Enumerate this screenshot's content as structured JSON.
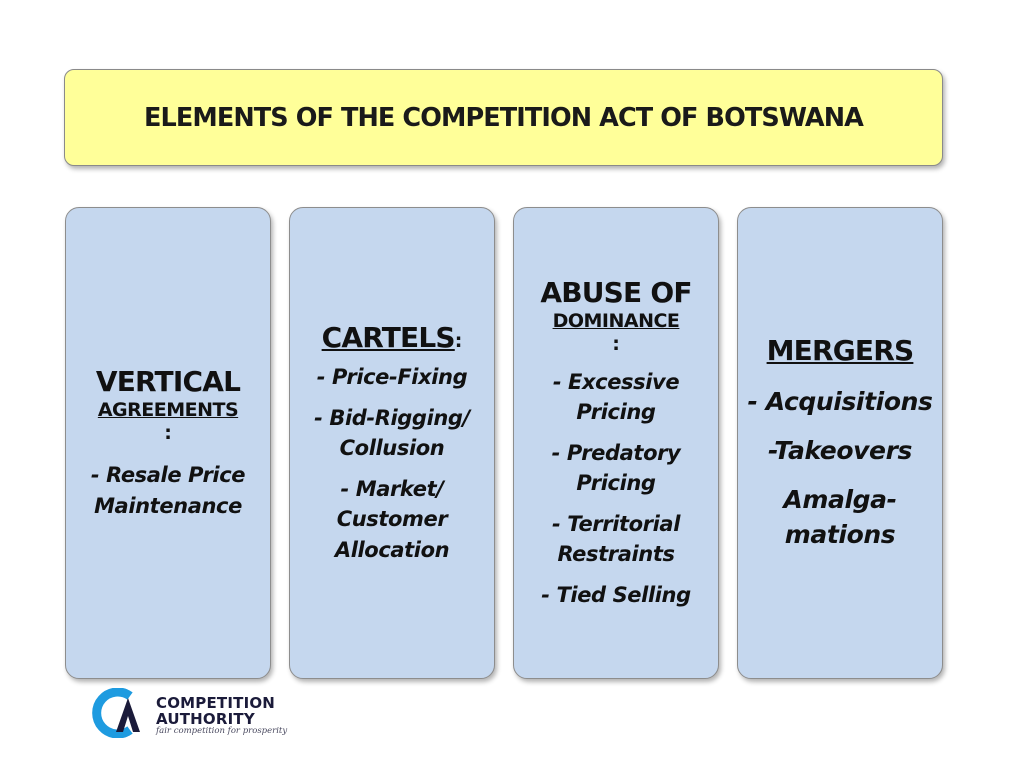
{
  "slide": {
    "title": "ELEMENTS OF THE COMPETITION ACT OF BOTSWANA"
  },
  "cards": {
    "vertical": {
      "heading": "VERTICAL",
      "subheading": "AGREEMENTS",
      "colon": ":",
      "items": [
        "- Resale Price Maintenance"
      ]
    },
    "cartels": {
      "heading": "CARTELS",
      "colon": ":",
      "items": [
        "- Price-Fixing",
        "- Bid-Rigging/ Collusion",
        "- Market/ Customer Allocation"
      ]
    },
    "abuse": {
      "heading": "ABUSE OF",
      "subheading": "DOMINANCE",
      "colon": ":",
      "items": [
        "- Excessive Pricing",
        "- Predatory Pricing",
        "- Territorial Restraints",
        "- Tied Selling"
      ]
    },
    "mergers": {
      "heading": "MERGERS",
      "items": [
        "- Acquisitions",
        "-Takeovers",
        "Amalga-mations"
      ]
    }
  },
  "logo": {
    "line1": "COMPETITION",
    "line2": "AUTHORITY",
    "tagline": "fair competition for prosperity"
  },
  "colors": {
    "title_fill": "#ffff99",
    "card_fill": "#c5d7ee",
    "logo_blue": "#1e9be0",
    "logo_dark": "#1b1b3a"
  }
}
